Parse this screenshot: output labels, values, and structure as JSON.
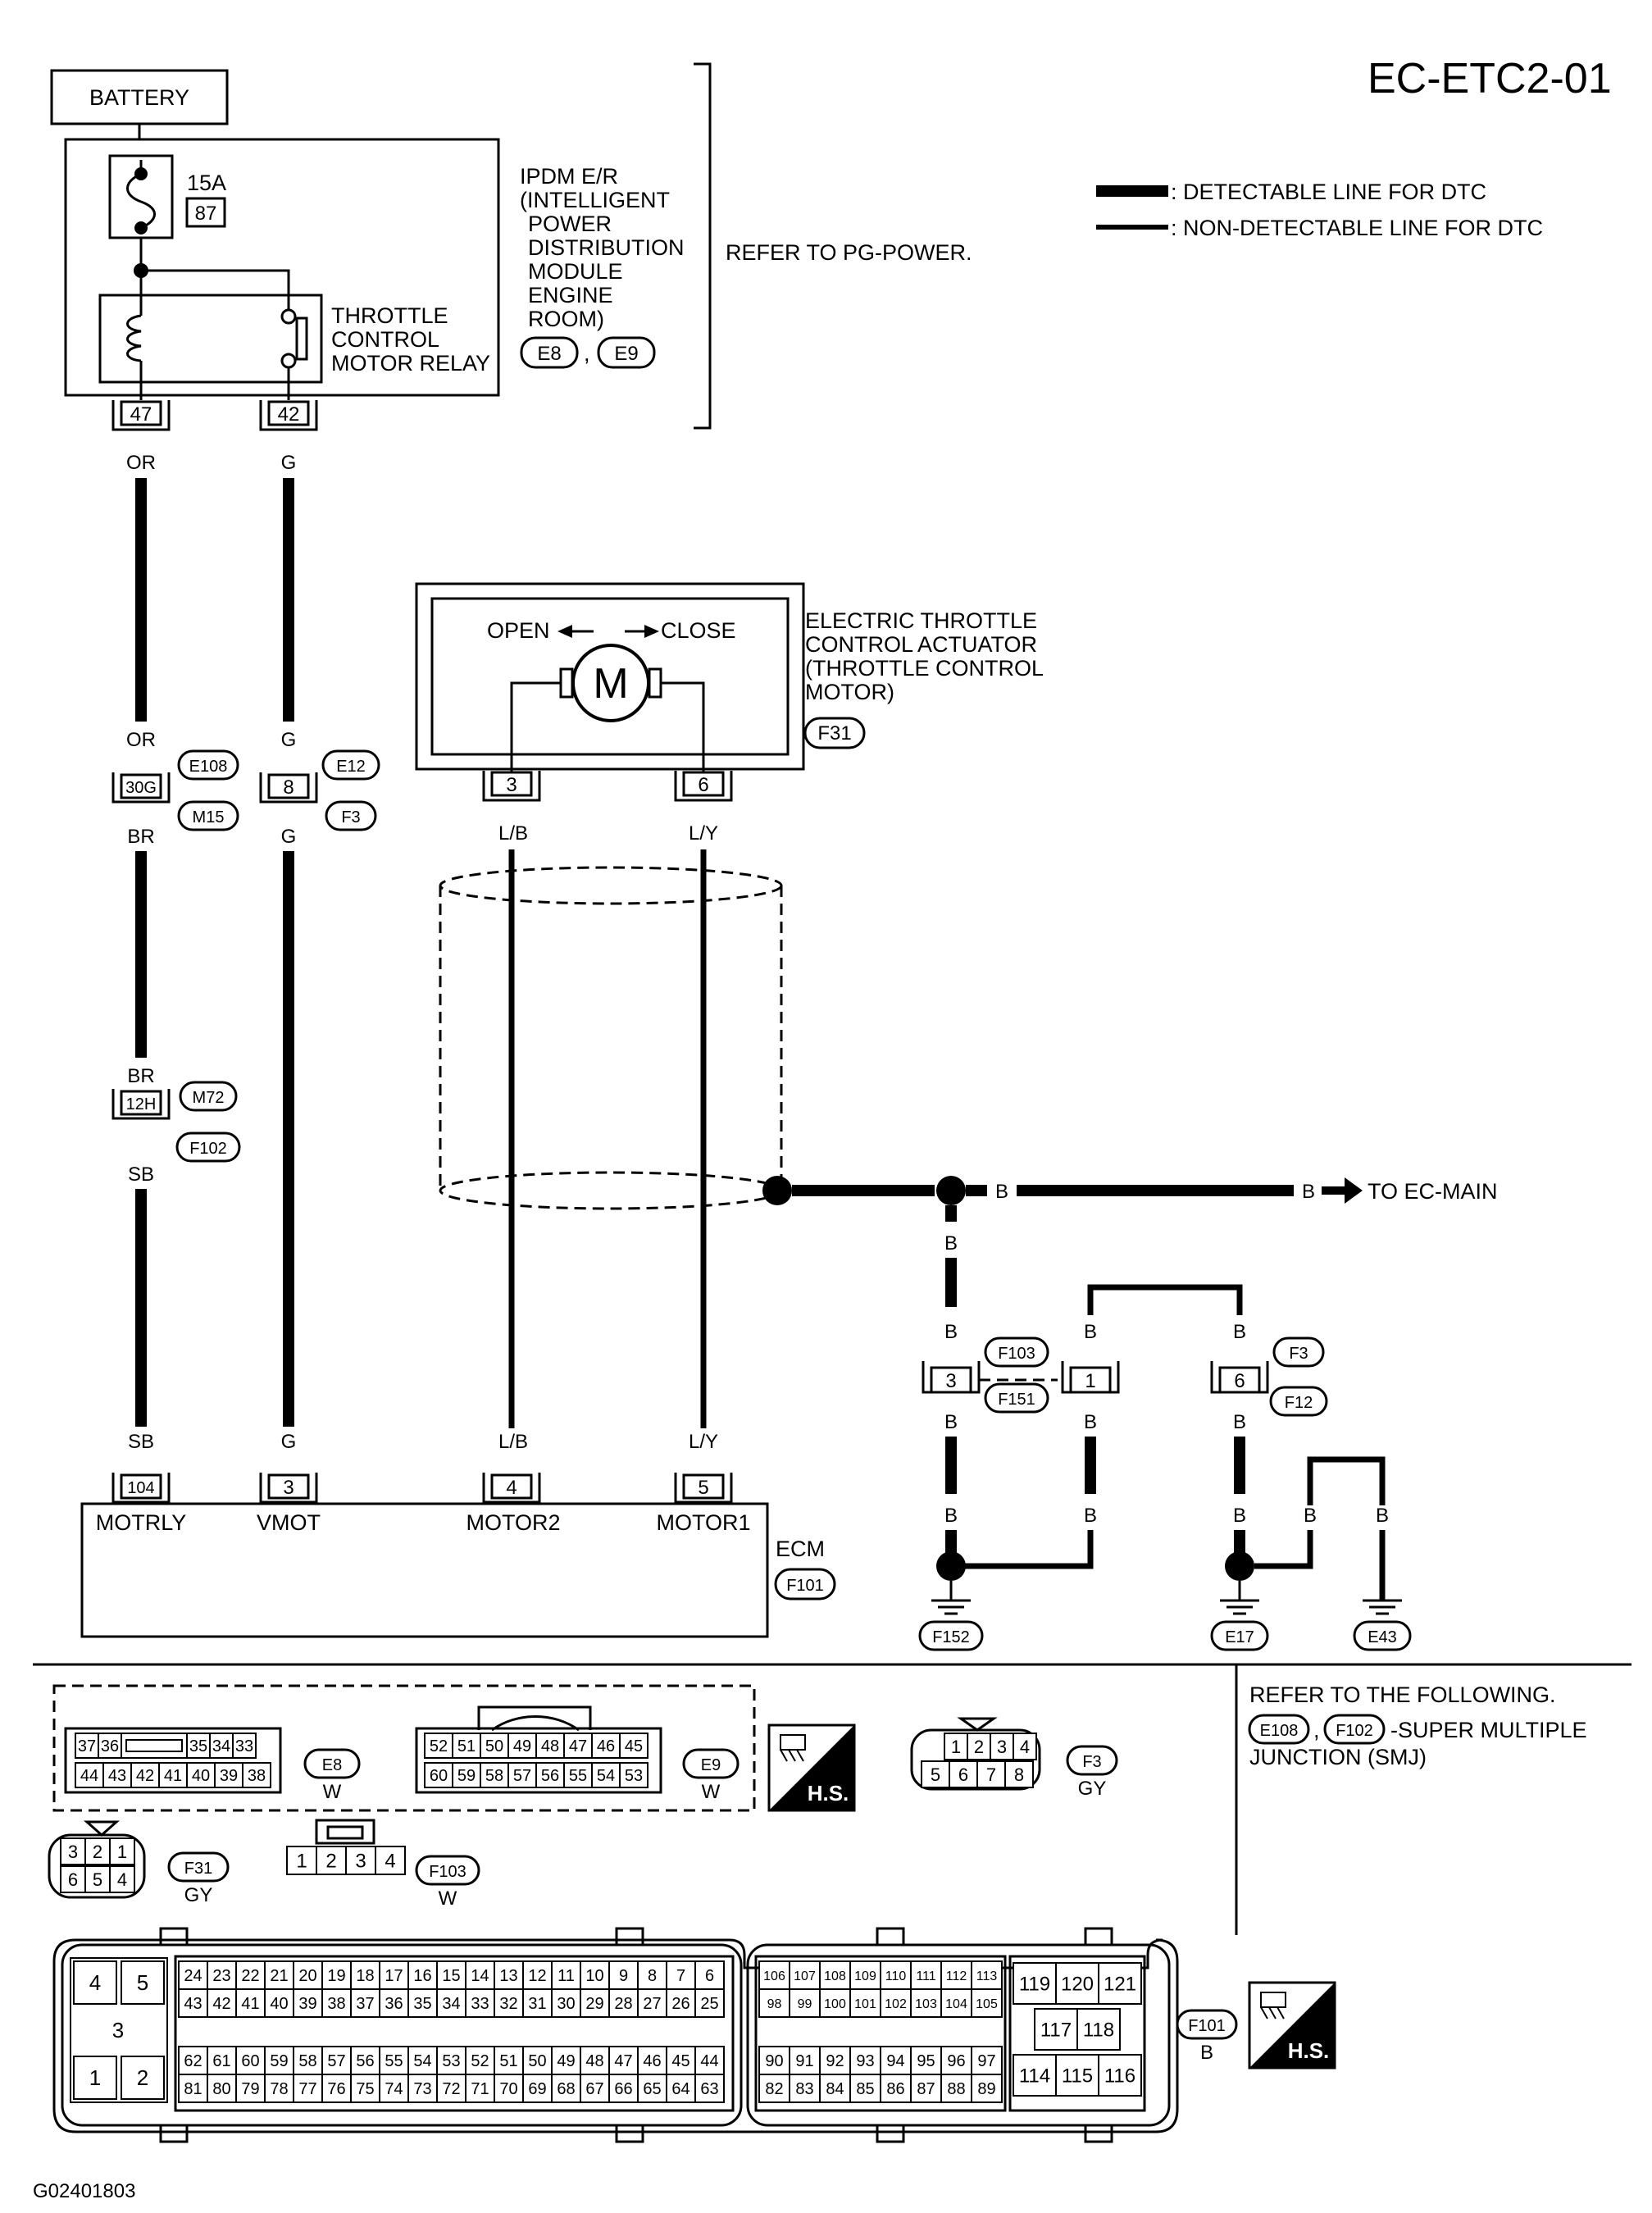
{
  "header": {
    "page_id": "EC-ETC2-01",
    "figure_id": "G02401803"
  },
  "legend": {
    "detectable": ": DETECTABLE LINE FOR DTC",
    "non_detectable": ": NON-DETECTABLE LINE FOR DTC"
  },
  "battery": "BATTERY",
  "fuse": {
    "rating": "15A",
    "number": "87"
  },
  "relay_label": [
    "THROTTLE",
    "CONTROL",
    "MOTOR RELAY"
  ],
  "ipdm": {
    "label": [
      "IPDM E/R",
      "(INTELLIGENT",
      "POWER",
      "DISTRIBUTION",
      "MODULE",
      "ENGINE",
      "ROOM)"
    ],
    "connectors": [
      "E8",
      "E9"
    ],
    "comma": ",",
    "refer": "REFER TO PG-POWER.",
    "terminals": [
      "47",
      "42"
    ]
  },
  "wire_colors": {
    "or": "OR",
    "g": "G",
    "br": "BR",
    "sb": "SB",
    "lb": "L/B",
    "ly": "L/Y",
    "b": "B"
  },
  "junction_left": {
    "terminal": "30G",
    "conn_top": "E108",
    "conn_bottom": "M15"
  },
  "junction_mid": {
    "terminal": "8",
    "conn_top": "E12",
    "conn_bottom": "F3"
  },
  "junction_low": {
    "terminal": "12H",
    "conn_top": "M72",
    "conn_bottom": "F102"
  },
  "actuator": {
    "open": "OPEN",
    "close": "CLOSE",
    "motor": "M",
    "label": [
      "ELECTRIC THROTTLE",
      "CONTROL ACTUATOR",
      "(THROTTLE CONTROL",
      " MOTOR)"
    ],
    "connector": "F31",
    "terminals": [
      "3",
      "6"
    ]
  },
  "to_ec_main": "TO EC-MAIN",
  "ground_joints": {
    "j1": {
      "terminal": "3",
      "conn_top": "F103",
      "conn_bottom": "F151"
    },
    "j2": {
      "terminal": "1"
    },
    "j3": {
      "terminal": "6",
      "conn_top": "F3",
      "conn_bottom": "F12"
    }
  },
  "grounds": [
    "F152",
    "E17",
    "E43"
  ],
  "ecm": {
    "label": "ECM",
    "connector": "F101",
    "terminals": [
      "104",
      "3",
      "4",
      "5"
    ],
    "names": [
      "MOTRLY",
      "VMOT",
      "MOTOR2",
      "MOTOR1"
    ]
  },
  "connector_views": {
    "e8": {
      "id": "E8",
      "color": "W",
      "row1": [
        "37",
        "36",
        "",
        "35",
        "34",
        "33"
      ],
      "row2": [
        "44",
        "43",
        "42",
        "41",
        "40",
        "39",
        "38"
      ]
    },
    "e9": {
      "id": "E9",
      "color": "W",
      "row1": [
        "52",
        "51",
        "50",
        "49",
        "48",
        "47",
        "46",
        "45"
      ],
      "row2": [
        "60",
        "59",
        "58",
        "57",
        "56",
        "55",
        "54",
        "53"
      ]
    },
    "hs": "H.S.",
    "f3": {
      "id": "F3",
      "color": "GY",
      "row1": [
        "1",
        "2",
        "3",
        "4"
      ],
      "row2": [
        "5",
        "6",
        "7",
        "8"
      ]
    },
    "f31": {
      "id": "F31",
      "color": "GY",
      "row1": [
        "3",
        "2",
        "1"
      ],
      "row2": [
        "6",
        "5",
        "4"
      ]
    },
    "f103": {
      "id": "F103",
      "color": "W",
      "row1": [
        "1",
        "2",
        "3",
        "4"
      ]
    },
    "f101": {
      "id": "F101",
      "color": "B",
      "block_a": [
        "4",
        "5",
        "3",
        "1",
        "2"
      ],
      "r1": [
        "24",
        "23",
        "22",
        "21",
        "20",
        "19",
        "18",
        "17",
        "16",
        "15",
        "14",
        "13",
        "12",
        "11",
        "10",
        "9",
        "8",
        "7",
        "6"
      ],
      "r2": [
        "43",
        "42",
        "41",
        "40",
        "39",
        "38",
        "37",
        "36",
        "35",
        "34",
        "33",
        "32",
        "31",
        "30",
        "29",
        "28",
        "27",
        "26",
        "25"
      ],
      "r3": [
        "62",
        "61",
        "60",
        "59",
        "58",
        "57",
        "56",
        "55",
        "54",
        "53",
        "52",
        "51",
        "50",
        "49",
        "48",
        "47",
        "46",
        "45",
        "44"
      ],
      "r4": [
        "81",
        "80",
        "79",
        "78",
        "77",
        "76",
        "75",
        "74",
        "73",
        "72",
        "71",
        "70",
        "69",
        "68",
        "67",
        "66",
        "65",
        "64",
        "63"
      ],
      "c1": [
        "106",
        "107",
        "108",
        "109",
        "110",
        "111",
        "112",
        "113"
      ],
      "c2": [
        "98",
        "99",
        "100",
        "101",
        "102",
        "103",
        "104",
        "105"
      ],
      "c3": [
        "90",
        "91",
        "92",
        "93",
        "94",
        "95",
        "96",
        "97"
      ],
      "c4": [
        "82",
        "83",
        "84",
        "85",
        "86",
        "87",
        "88",
        "89"
      ],
      "d1": [
        "119",
        "120",
        "121"
      ],
      "d2": [
        "117",
        "118"
      ],
      "d3": [
        "114",
        "115",
        "116"
      ]
    }
  },
  "smj_note": {
    "title": "REFER TO THE FOLLOWING.",
    "conn1": "E108",
    "comma": ",",
    "conn2": "F102",
    "text1": "-SUPER MULTIPLE",
    "text2": "JUNCTION (SMJ)"
  }
}
